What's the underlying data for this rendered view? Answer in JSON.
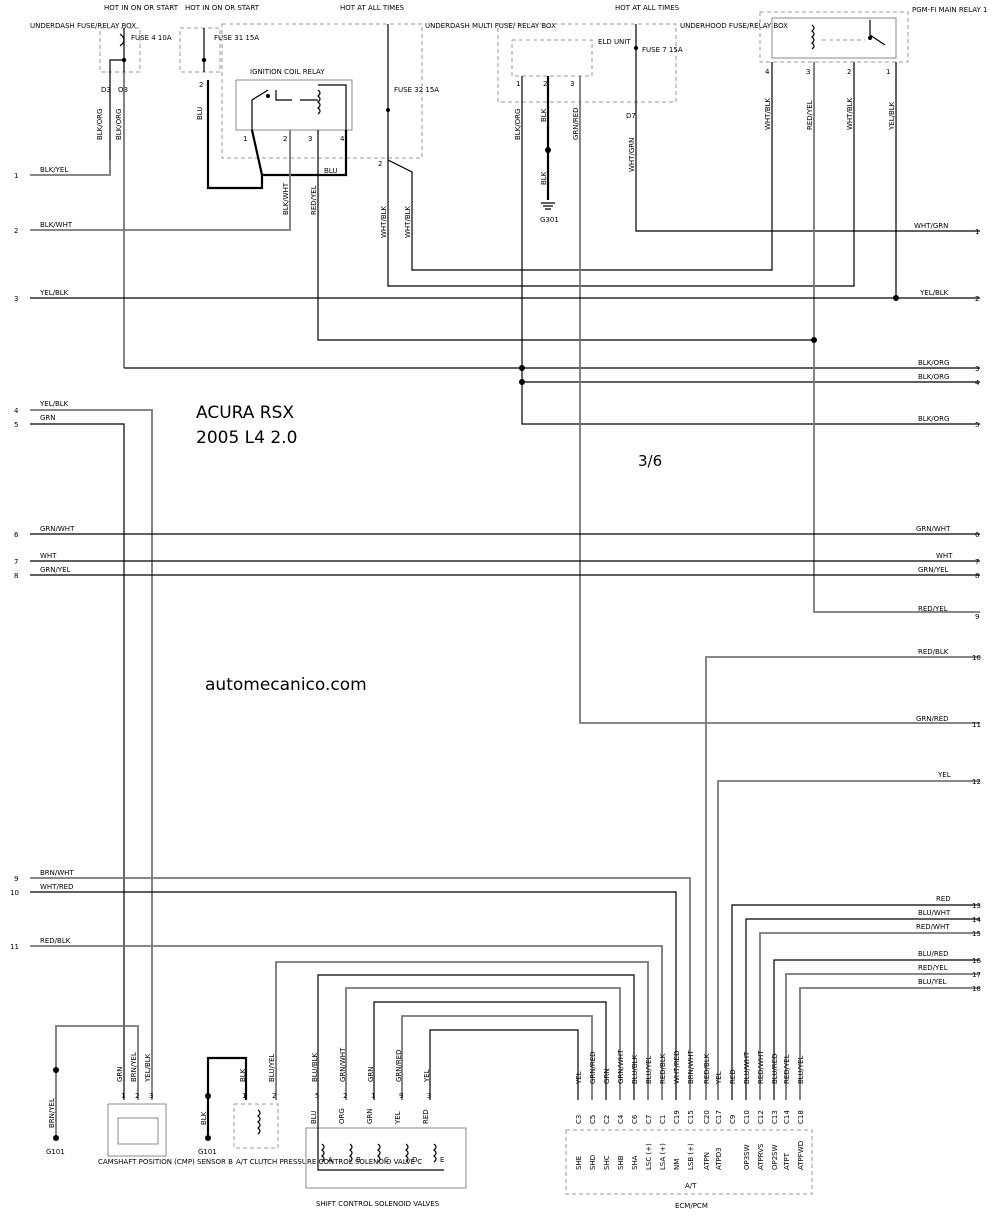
{
  "title": {
    "model": "ACURA RSX",
    "engine": "2005 L4  2.0"
  },
  "page_number": "3/6",
  "watermark": "automecanico.com",
  "supply_boxes": [
    {
      "heading": "HOT IN ON OR START",
      "fuse": "FUSE 4 10A",
      "box": "UNDERDASH FUSE/RELAY BOX",
      "pins": [
        "D3",
        "O3"
      ]
    },
    {
      "heading": "HOT IN ON OR START",
      "fuse": "FUSE 31 15A",
      "pin": "2"
    },
    {
      "heading": "HOT AT ALL TIMES",
      "box": "UNDERDASH MULTI FUSE/ RELAY BOX",
      "fuse": "FUSE 32 15A",
      "pin": "2"
    },
    {
      "heading": "HOT AT ALL TIMES",
      "box": "UNDERHOOD FUSE/RELAY BOX",
      "fuse": "FUSE 7 15A",
      "pin": "D7"
    }
  ],
  "components": {
    "ignition_coil_relay": {
      "name": "IGNITION COIL RELAY",
      "pins": [
        "1",
        "2",
        "3",
        "4"
      ]
    },
    "eld_unit": {
      "name": "ELD UNIT",
      "pins": [
        "1",
        "2",
        "3"
      ]
    },
    "pgm_fi_relay": {
      "name": "PGM-FI MAIN RELAY 1",
      "pins": [
        "4",
        "3",
        "2",
        "1"
      ]
    },
    "cmp_sensor": {
      "name": "CAMSHAFT POSITION (CMP) SENSOR B",
      "pins": [
        "1",
        "2",
        "3"
      ],
      "wires": [
        "GRN",
        "BRN/YEL",
        "YEL/BLK"
      ]
    },
    "clutch_valve": {
      "name": "A/T CLUTCH PRESSURE CONTROL SOLENOID VALVE C",
      "pins": [
        "1",
        "2"
      ],
      "wires": [
        "BLK",
        "BLU/YEL"
      ]
    },
    "shift_valves": {
      "name": "SHIFT CONTROL SOLENOID VALVES",
      "pins": [
        "5",
        "2",
        "1",
        "9",
        "3"
      ],
      "wires": [
        "BLU/BLK",
        "GRN/WHT",
        "GRN",
        "GRN/RED",
        "YEL"
      ],
      "bottom_labels": [
        "BLU",
        "ORG",
        "GRN",
        "YEL",
        "RED"
      ],
      "solenoids": [
        "A",
        "B",
        "C",
        "D",
        "E"
      ]
    },
    "ecm": {
      "name": "ECM/PCM",
      "section": "A/T",
      "pins": [
        "C3",
        "C5",
        "C2",
        "C4",
        "C6",
        "C7",
        "C1",
        "C19",
        "C15",
        "C20",
        "C17",
        "C9",
        "C10",
        "C12",
        "C13",
        "C14",
        "C18"
      ],
      "signals": [
        "SHE",
        "SHD",
        "SHC",
        "SHB",
        "SHA",
        "LSC (+)",
        "LSA (+)",
        "NM",
        "LSB (+)",
        "ATPN",
        "ATPD3",
        "OP3SW",
        "ATPRVS",
        "OP2SW",
        "ATPT",
        "ATPFWD"
      ],
      "wires": [
        "YEL",
        "GRN/RED",
        "GRN",
        "GRN/WHT",
        "BLU/BLK",
        "BLU/YEL",
        "RED/BLK",
        "WHT/RED",
        "BRN/WHT",
        "RED/BLK",
        "YEL",
        "RED",
        "BLU/WHT",
        "RED/WHT",
        "BLU/RED",
        "RED/YEL",
        "BLU/YEL"
      ]
    }
  },
  "grounds": {
    "g301": "G301",
    "g101a": "G101",
    "g101b": "G101"
  },
  "wire_labels": {
    "d3": "BLK/ORG",
    "o3": "BLK/ORG",
    "fuse31": "BLU",
    "relay_pin1": "BLU",
    "relay_pin2": "BLK/WHT",
    "relay_pin3": "RED/YEL",
    "fuse32_a": "WHT/BLK",
    "fuse32_b": "WHT/BLK",
    "eld1": "BLK/ORG",
    "eld2": "BLK",
    "eld2b": "BLK",
    "eld3": "GRN/RED",
    "fuse7": "WHT/GRN",
    "pgm4": "WHT/BLK",
    "pgm3": "RED/YEL",
    "pgm2": "WHT/BLK",
    "pgm1": "YEL/BLK",
    "cmp_ground": "BRN/YEL",
    "clutch_ground": "BLK"
  },
  "left_connectors": [
    {
      "num": "1",
      "wire": "BLK/YEL"
    },
    {
      "num": "2",
      "wire": "BLK/WHT"
    },
    {
      "num": "3",
      "wire": "YEL/BLK"
    },
    {
      "num": "4",
      "wire": "YEL/BLK"
    },
    {
      "num": "5",
      "wire": "GRN"
    },
    {
      "num": "6",
      "wire": "GRN/WHT"
    },
    {
      "num": "7",
      "wire": "WHT"
    },
    {
      "num": "8",
      "wire": "GRN/YEL"
    },
    {
      "num": "9",
      "wire": "BRN/WHT"
    },
    {
      "num": "10",
      "wire": "WHT/RED"
    },
    {
      "num": "11",
      "wire": "RED/BLK"
    }
  ],
  "right_connectors": [
    {
      "num": "1",
      "wire": "WHT/GRN"
    },
    {
      "num": "2",
      "wire": "YEL/BLK"
    },
    {
      "num": "3",
      "wire": "BLK/ORG"
    },
    {
      "num": "4",
      "wire": "BLK/ORG"
    },
    {
      "num": "5",
      "wire": "BLK/ORG"
    },
    {
      "num": "6",
      "wire": "GRN/WHT"
    },
    {
      "num": "7",
      "wire": "WHT"
    },
    {
      "num": "8",
      "wire": "GRN/YEL"
    },
    {
      "num": "9",
      "wire": "RED/YEL"
    },
    {
      "num": "10",
      "wire": "RED/BLK"
    },
    {
      "num": "11",
      "wire": "GRN/RED"
    },
    {
      "num": "12",
      "wire": "YEL"
    },
    {
      "num": "13",
      "wire": "RED"
    },
    {
      "num": "14",
      "wire": "BLU/WHT"
    },
    {
      "num": "15",
      "wire": "RED/WHT"
    },
    {
      "num": "16",
      "wire": "BLU/RED"
    },
    {
      "num": "17",
      "wire": "RED/YEL"
    },
    {
      "num": "18",
      "wire": "BLU/YEL"
    }
  ]
}
